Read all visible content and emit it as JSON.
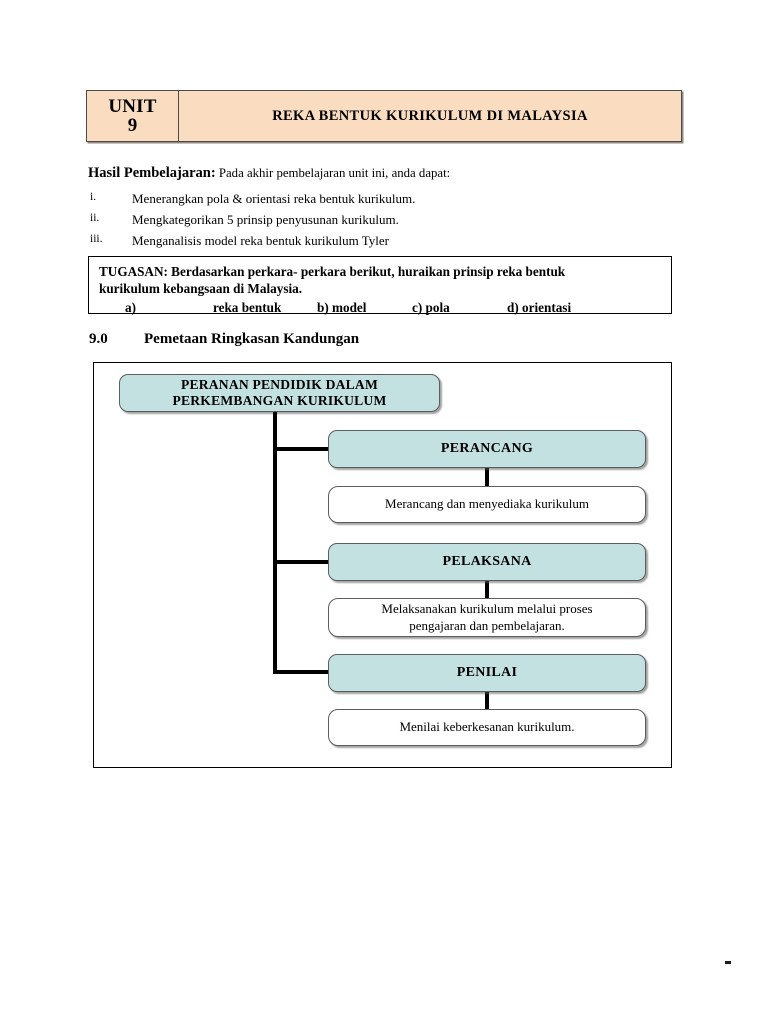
{
  "header": {
    "unit_word": "UNIT",
    "unit_number": "9",
    "title": "REKA BENTUK KURIKULUM DI MALAYSIA",
    "fill_color": "#fadcc0"
  },
  "outcomes": {
    "label": "Hasil Pembelajaran:",
    "lead": " Pada akhir pembelajaran unit ini, anda dapat:",
    "items": [
      {
        "num": "i.",
        "text": "Menerangkan pola & orientasi reka bentuk kurikulum."
      },
      {
        "num": "ii.",
        "text": "Mengkategorikan 5 prinsip penyusunan kurikulum."
      },
      {
        "num": "iii.",
        "text": "Menganalisis model reka bentuk kurikulum Tyler"
      }
    ]
  },
  "tugasan": {
    "line1": "TUGASAN: Berdasarkan perkara- perkara berikut, huraikan prinsip reka bentuk",
    "line2": "kurikulum kebangsaan di Malaysia.",
    "options": [
      "a)",
      "reka bentuk",
      "b) model",
      "c) pola",
      "d) orientasi"
    ]
  },
  "section": {
    "number": "9.0",
    "title": "Pemetaan Ringkasan Kandungan"
  },
  "chart_data": {
    "type": "diagram",
    "title": "Pemetaan Ringkasan Kandungan",
    "root": {
      "label_line1": "PERANAN PENDIDIK DALAM",
      "label_line2": "PERKEMBANGAN KURIKULUM",
      "fill": "#c4e1e2"
    },
    "branches": [
      {
        "role": "PERANCANG",
        "role_fill": "#c4e1e2",
        "description_line1": "Merancang dan menyediaka kurikulum",
        "description_line2": "",
        "description_fill": "#ffffff"
      },
      {
        "role": "PELAKSANA",
        "role_fill": "#c4e1e2",
        "description_line1": "Melaksanakan kurikulum melalui proses",
        "description_line2": "pengajaran dan pembelajaran.",
        "description_fill": "#ffffff"
      },
      {
        "role": "PENILAI",
        "role_fill": "#c4e1e2",
        "description_line1": "Menilai keberkesanan kurikulum.",
        "description_line2": "",
        "description_fill": "#ffffff"
      }
    ]
  }
}
